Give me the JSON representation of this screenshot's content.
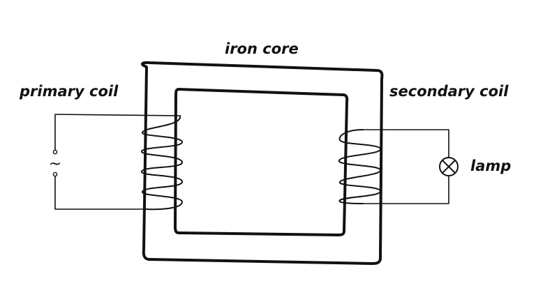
{
  "labels": {
    "iron_core": "iron core",
    "primary_coil": "primary coil",
    "secondary_coil": "secondary coil",
    "lamp": "lamp"
  },
  "symbols": {
    "ac_source": "~"
  },
  "colors": {
    "stroke": "#111111",
    "background": "#ffffff"
  }
}
